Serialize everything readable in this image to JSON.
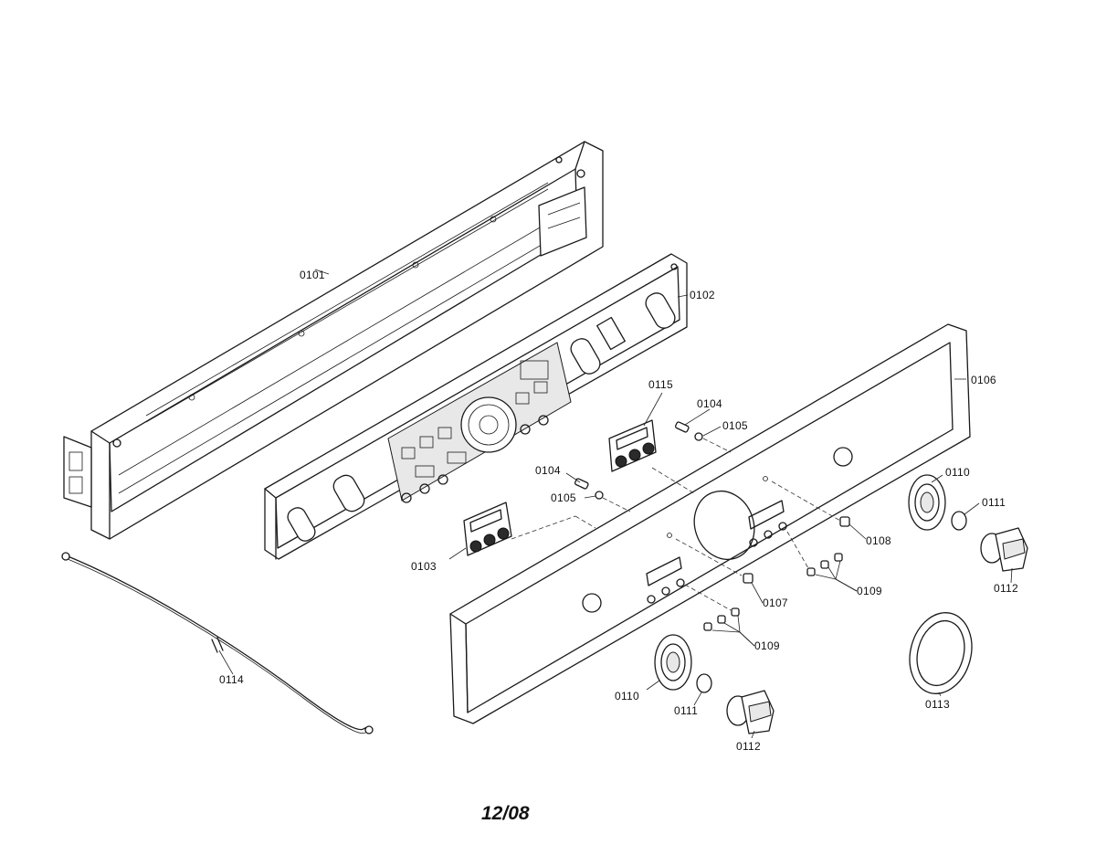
{
  "diagram": {
    "labels": {
      "p0101": "0101",
      "p0102": "0102",
      "p0106": "0106",
      "p0115": "0115",
      "p0104a": "0104",
      "p0105a": "0105",
      "p0104b": "0104",
      "p0105b": "0105",
      "p0103": "0103",
      "p0110a": "0110",
      "p0111a": "0111",
      "p0112a": "0112",
      "p0108": "0108",
      "p0109a": "0109",
      "p0107": "0107",
      "p0109b": "0109",
      "p0110b": "0110",
      "p0111b": "0111",
      "p0112b": "0112",
      "p0113": "0113",
      "p0114": "0114"
    },
    "date": "12/08"
  }
}
